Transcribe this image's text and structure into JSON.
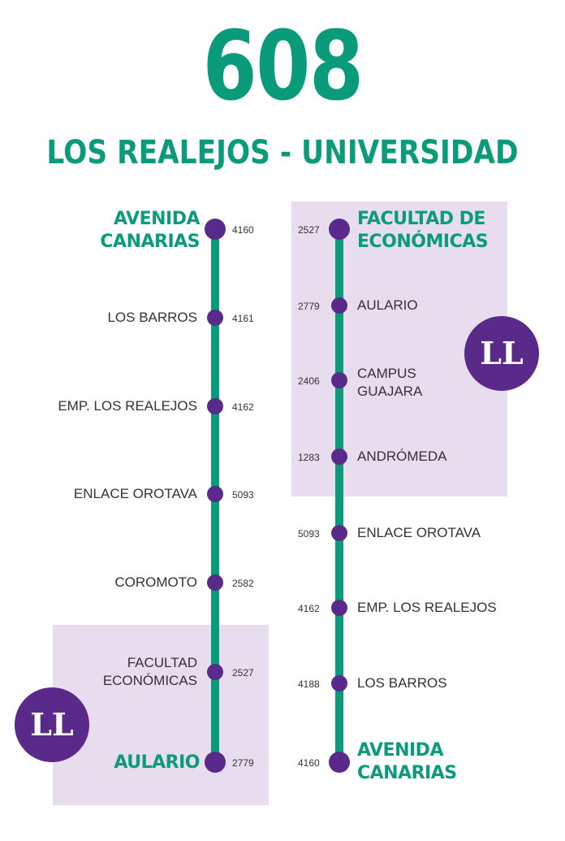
{
  "header": {
    "route_number": "608",
    "route_name": "LOS REALEJOS - UNIVERSIDAD"
  },
  "colors": {
    "accent": "#0a9b7a",
    "stop": "#5a2a8a",
    "highlight": "#e8dcef"
  },
  "left_line": {
    "stops": [
      {
        "name": "AVENIDA CANARIAS",
        "code": "4160"
      },
      {
        "name": "LOS BARROS",
        "code": "4161"
      },
      {
        "name": "EMP. LOS REALEJOS",
        "code": "4162"
      },
      {
        "name": "ENLACE OROTAVA",
        "code": "5093"
      },
      {
        "name": "COROMOTO",
        "code": "2582"
      },
      {
        "name": "FACULTAD ECONÓMICAS",
        "code": "2527"
      },
      {
        "name": "AULARIO",
        "code": "2779"
      }
    ]
  },
  "right_line": {
    "stops": [
      {
        "name": "FACULTAD DE ECONÓMICAS",
        "code": "2527"
      },
      {
        "name": "AULARIO",
        "code": "2779"
      },
      {
        "name": "CAMPUS GUAJARA",
        "code": "2406"
      },
      {
        "name": "ANDRÓMEDA",
        "code": "1283"
      },
      {
        "name": "ENLACE OROTAVA",
        "code": "5093"
      },
      {
        "name": "EMP. LOS REALEJOS",
        "code": "4162"
      },
      {
        "name": "LOS BARROS",
        "code": "4188"
      },
      {
        "name": "AVENIDA CANARIAS",
        "code": "4160"
      }
    ]
  },
  "logo": {
    "icon": "university-logo-icon",
    "glyph": "LL"
  }
}
